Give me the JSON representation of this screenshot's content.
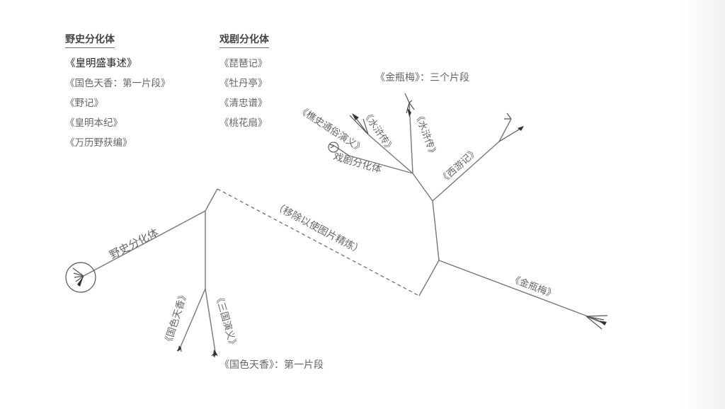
{
  "legend": {
    "left": {
      "title": "野史分化体",
      "items": [
        "《皇明盛事述》",
        "《国色天香：第一片段》",
        "《野记》",
        "《皇明本纪》",
        "《万历野获编》"
      ]
    },
    "right": {
      "title": "戏剧分化体",
      "items": [
        "《琵琶记》",
        "《牡丹亭》",
        "《清忠谱》",
        "《桃花扇》"
      ]
    }
  },
  "labels": {
    "yeshi_branch": "野史分化体",
    "xiju_branch": "戏剧分化体",
    "removed_note": "（移除以使图片精炼）",
    "guose_branch": "《国色天香》",
    "sanguo_branch": "《三国演义》",
    "guose_bottom": "《国色天香》：第一片段",
    "qiaoshi_branch": "《樵史通俗演义》",
    "shuihu_branch_1": "《水浒传》",
    "shuihu_branch_2": "《水浒传》",
    "jinping_top": "《金瓶梅》：三个片段",
    "xiyou_branch": "《西游记》",
    "jinping_branch": "《金瓶梅》"
  },
  "colors": {
    "line": "#777777",
    "text": "#666666",
    "title": "#444444"
  }
}
